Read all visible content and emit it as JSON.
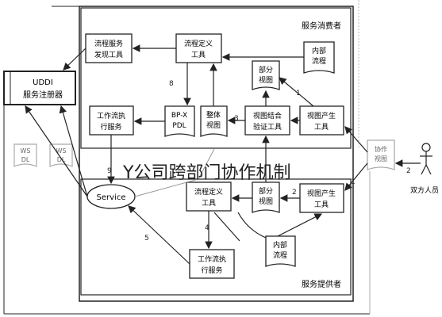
{
  "caption": "Y公司跨部门协作机制",
  "consumer_title": "服务消费者",
  "provider_title": "服务提供者",
  "uddi": {
    "line1": "UDDI",
    "line2": "服务注册器"
  },
  "wsdl_labels": [
    {
      "line1": "WS",
      "line2": "DL"
    },
    {
      "line1": "WS",
      "line2": "DL"
    }
  ],
  "service_label": "Service",
  "actor_label": "双方人员",
  "collab_label": {
    "line1": "协作",
    "line2": "视图"
  },
  "consumer_boxes": {
    "discover": {
      "line1": "流程服务",
      "line2": "发现工具"
    },
    "define": {
      "line1": "流程定义",
      "line2": "工具"
    },
    "internal": {
      "line1": "内部",
      "line2": "流程"
    },
    "partial": {
      "line1": "部分",
      "line2": "视图"
    },
    "produce": {
      "line1": "视图产生",
      "line2": "工具"
    },
    "merge_verify": {
      "line1": "视图结合",
      "line2": "验证工具"
    },
    "full_view": {
      "line1": "整体",
      "line2": "视图"
    },
    "bpel": {
      "line1": "BP-X",
      "line2": "PDL"
    },
    "workflow": {
      "line1": "工作流执",
      "line2": "行服务"
    }
  },
  "provider_boxes": {
    "define": {
      "line1": "流程定义",
      "line2": "工具"
    },
    "partial": {
      "line1": "部分",
      "line2": "视图"
    },
    "produce": {
      "line1": "视图产生",
      "line2": "工具"
    },
    "internal": {
      "line1": "内部",
      "line2": "流程"
    },
    "workflow": {
      "line1": "工作流执",
      "line2": "行服务"
    }
  },
  "step_numbers": [
    "1",
    "2",
    "3",
    "8",
    "9",
    "1",
    "2",
    "4",
    "5"
  ]
}
